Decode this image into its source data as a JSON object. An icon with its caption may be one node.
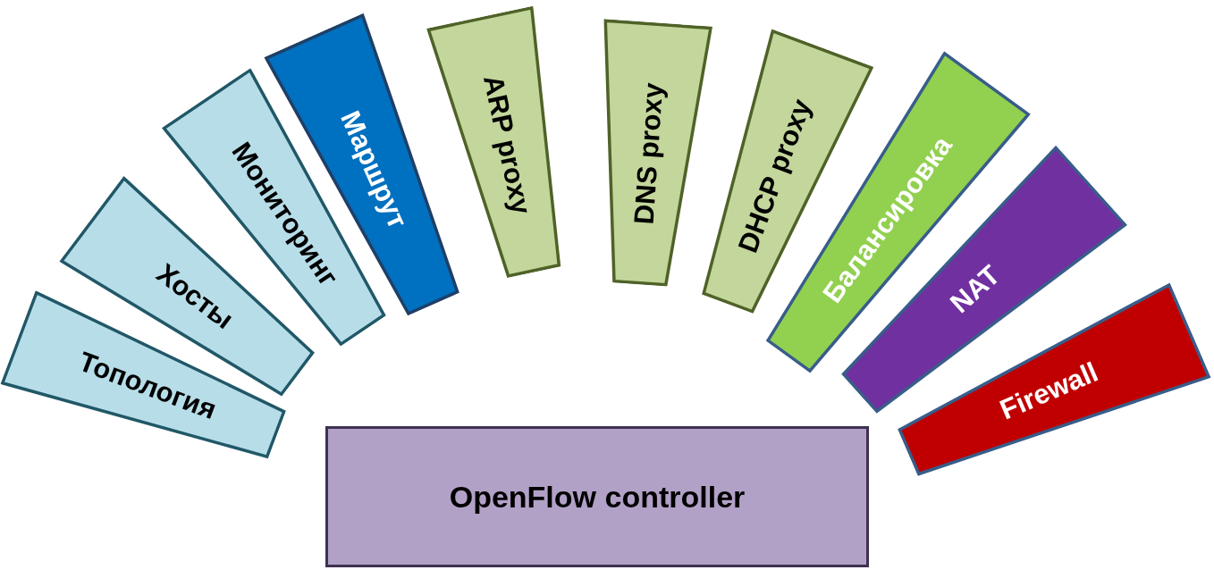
{
  "diagram": {
    "nodes": [
      {
        "text": [
          "Топология"
        ]
      },
      {
        "text": [
          "Хосты"
        ]
      },
      {
        "text": [
          "Мониторинг"
        ]
      },
      {
        "text": [
          "Маршрут"
        ]
      },
      {
        "text": [
          "ARP proxy"
        ]
      },
      {
        "text": [
          "DNS proxy"
        ]
      },
      {
        "text": [
          "DHCP proxy"
        ]
      },
      {
        "text": [
          "Балансировка"
        ]
      },
      {
        "text": [
          "NAT"
        ]
      },
      {
        "text": [
          "Firewall"
        ]
      },
      {
        "text": [
          "OpenFlow controller"
        ]
      }
    ]
  }
}
